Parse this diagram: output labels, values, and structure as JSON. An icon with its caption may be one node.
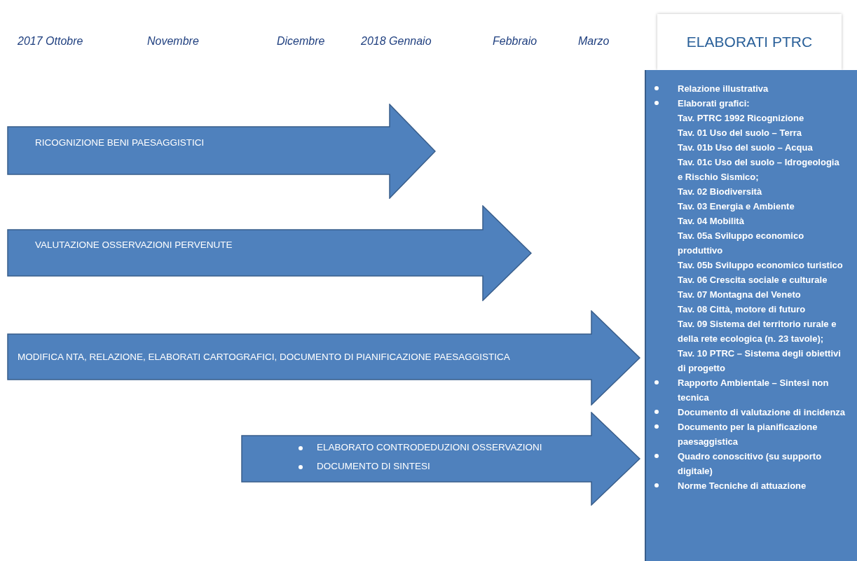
{
  "diagram": {
    "nodes": [
      {
        "text": [
          "RICOGNIZIONE BENI PAESAGGISTICI"
        ]
      },
      {
        "text": [
          "VALUTAZIONE OSSERVAZIONI PERVENUTE"
        ]
      },
      {
        "text": [
          "MODIFICA NTA, RELAZIONE, ELABORATI CARTOGRAFICI, DOCUMENTO DI PIANIFICAZIONE PAESAGGISTICA"
        ]
      },
      {
        "text": [
          "ELABORATO CONTRODEDUZIONI OSSERVAZIONI",
          "DOCUMENTO DI SINTESI"
        ]
      },
      {
        "text": [
          "ELABORATI PTRC"
        ]
      },
      {
        "text": [
          "Relazione illustrativa",
          "Elaborati grafici:",
          "Tav. PTRC 1992 Ricognizione",
          "Tav. 01 Uso del suolo – Terra",
          "Tav. 01b Uso del suolo – Acqua",
          "Tav. 01c Uso del suolo – Idrogeologia e Rischio Sismico;",
          "Tav. 02 Biodiversità",
          "Tav. 03 Energia e Ambiente",
          "Tav. 04 Mobilità",
          "Tav. 05a Sviluppo economico produttivo",
          "Tav. 05b Sviluppo economico turistico",
          "Tav. 06 Crescita sociale e culturale",
          "Tav. 07 Montagna del Veneto",
          "Tav. 08 Città, motore di futuro",
          "Tav. 09 Sistema del territorio rurale e della rete ecologica (n. 23 tavole);",
          "Tav. 10 PTRC – Sistema degli obiettivi di progetto",
          "Rapporto Ambientale – Sintesi non tecnica",
          "Documento di valutazione di incidenza",
          "Documento per la pianificazione paesaggistica",
          "Quadro conoscitivo (su supporto digitale)",
          "Norme Tecniche di attuazione"
        ]
      }
    ],
    "edges": [],
    "labels": [
      "2017 Ottobre",
      "Novembre",
      "Dicembre",
      "2018 Gennaio",
      "Febbraio",
      "Marzo"
    ]
  }
}
